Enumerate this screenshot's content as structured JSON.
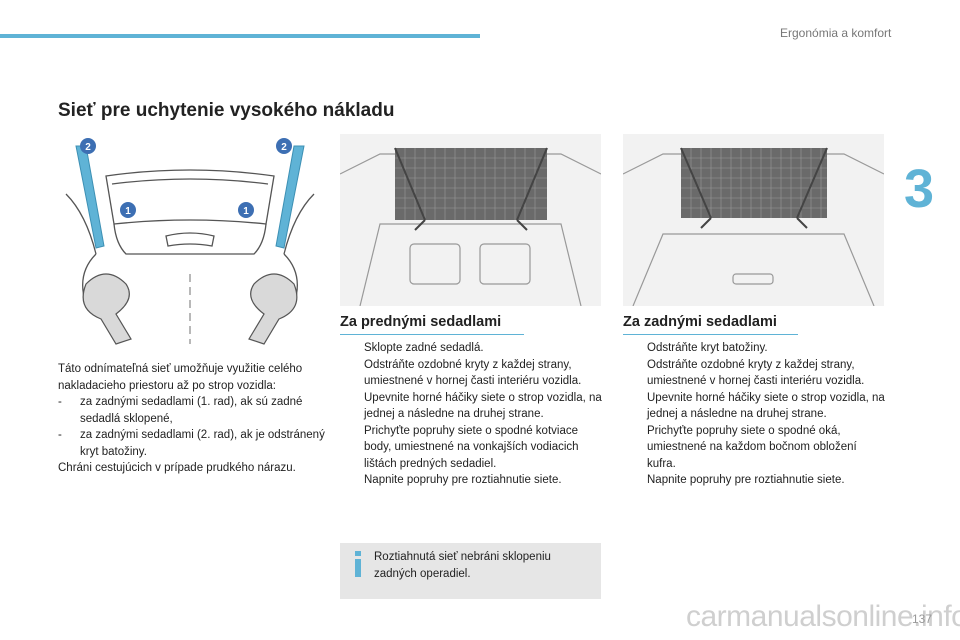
{
  "header": {
    "section_title": "Ergonómia a komfort",
    "chapter_number": "3",
    "accent_color": "#5fb3d6"
  },
  "page_title": "Sieť pre uchytenie vysokého nákladu",
  "illustration": {
    "callouts": [
      "2",
      "2",
      "1",
      "1"
    ]
  },
  "intro": {
    "lines": [
      "Táto odnímateľná sieť umožňuje využitie celého nakladacieho priestoru až po strop vozidla:"
    ],
    "items": [
      "za zadnými sedadlami (1. rad), ak sú zadné sedadlá sklopené,",
      "za zadnými sedadlami (2. rad), ak je odstránený kryt batožiny."
    ],
    "dash": "-",
    "closing": "Chráni cestujúcich v prípade prudkého nárazu."
  },
  "front": {
    "heading": "Za prednými sedadlami",
    "bullet": "",
    "steps": [
      "Sklopte zadné sedadlá.",
      "Odstráňte ozdobné kryty z každej strany, umiestnené v hornej časti interiéru vozidla.",
      "Upevnite horné háčiky siete o strop vozidla, na jednej a následne na druhej strane.",
      "Prichyťte popruhy siete o spodné kotviace body, umiestnené na vonkajších vodiacich lištách predných sedadiel.",
      "Napnite popruhy pre roztiahnutie siete."
    ]
  },
  "rear": {
    "heading": "Za zadnými sedadlami",
    "steps": [
      "Odstráňte kryt batožiny.",
      "Odstráňte ozdobné kryty z každej strany, umiestnené v hornej časti interiéru vozidla.",
      "Upevnite horné háčiky siete o strop vozidla, na jednej a následne na druhej strane.",
      "Prichyťte popruhy siete o spodné oká, umiestnené na každom bočnom obložení kufra.",
      "Napnite popruhy pre roztiahnutie siete."
    ]
  },
  "note": {
    "text": "Roztiahnutá sieť nebráni sklopeniu zadných operadiel."
  },
  "footer": {
    "page_number": "137",
    "watermark": "carmanualsonline.info"
  }
}
